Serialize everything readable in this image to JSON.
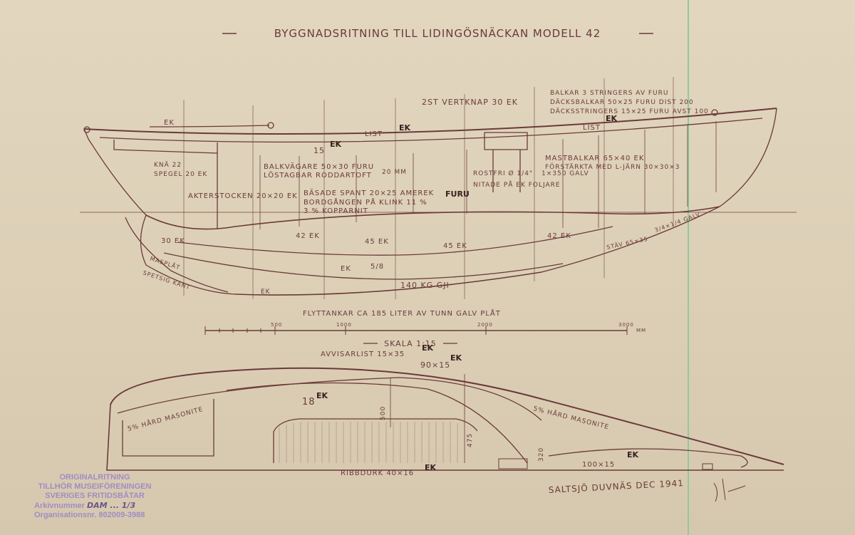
{
  "title": "BYGGNADSRITNING TILL LIDINGÖSNÄCKAN MODELL 42",
  "profile_labels": {
    "vertknap": "2ST VERTKNAP 30 EK",
    "balkar_1": "BALKAR 3 STRINGERS AV FURU",
    "balkar_2": "DÄCKSBALKAR 50×25 FURU DIST 200",
    "balkar_3": "DÄCKSSTRINGERS 15×25 FURU AVST 100",
    "list": "LIST",
    "ek": "EK",
    "num_15": "15",
    "mastbalkar_1": "MASTBALKAR 65×40 EK",
    "mastbalkar_2": "FÖRSTÄRKTA MED L-JÄRN 30×30×3",
    "knä": "KNÄ 22",
    "spegel": "SPEGEL 20 EK",
    "balkvägare_1": "BALKVÄGARE 50×30 FURU",
    "balkvägare_2": "LÖSTAGBAR RODDARTOFT",
    "mm20": "20 MM",
    "rostfri": "ROSTFRI Ø 1/4\"",
    "nitade": "NITADE PÅ EK FOLJARE",
    "galv": "1×350 GALV",
    "akterstock": "AKTERSTOCKEN 20×20 EK",
    "spant_1": "BÄSADE SPANT 20×25 AMEREK",
    "furu": "FURU",
    "spant_2": "BORDGÅNGEN PÅ KLINK 11 %",
    "spant_3": "3 % KOPPARNIT",
    "ek42a": "42 EK",
    "ek45a": "45 EK",
    "ek45b": "45 EK",
    "ek42b": "42 EK",
    "ek30": "30 EK",
    "masplat": "MASPLÅT",
    "skarv": "SPETSIG KANT",
    "fivecent": "5/8",
    "kol": "140 KG GJI",
    "stäv": "STÄV 65×35",
    "bolt": "3/4×1/4 GALV.",
    "tank": "FLYTTANKAR CA 185 LITER AV TUNN GALV PLÅT"
  },
  "scale": {
    "ticks": [
      "500",
      "1000",
      "2000",
      "3000"
    ],
    "unit": "MM",
    "label": "SKALA 1:15"
  },
  "deck_labels": {
    "avviser": "AVVISARLIST 15×35",
    "ek1": "EK",
    "bord": "90×15",
    "ek2": "EK",
    "num18": "18",
    "ek3": "EK",
    "masonite_left": "5% HÅRD MASONITE",
    "masonite_right": "5% HÅRD MASONITE",
    "dim500": "500",
    "dim475": "475",
    "dim320": "320",
    "bottom_strip": "100×15",
    "ek4": "EK",
    "ribbdurk": "RIBBDURK 40×16",
    "ek5": "EK"
  },
  "signature": "SALTSJÖ DUVNÄS DEC 1941",
  "stamp": {
    "line1": "ORIGINALRITNING",
    "line2": "TILLHÖR MUSEIFÖRENINGEN",
    "line3": "SVERIGES FRITIDSBÅTAR",
    "arkiv_label": "Arkivnummer",
    "arkiv_value": "DAM ... 1/3",
    "org_label": "Organisationsnr.",
    "org_value": "802009-3988"
  },
  "colors": {
    "paper": "#ddd0b8",
    "ink": "#6b3a3a",
    "stamp": "#9a86c7",
    "green_line": "#8fc9a0"
  }
}
